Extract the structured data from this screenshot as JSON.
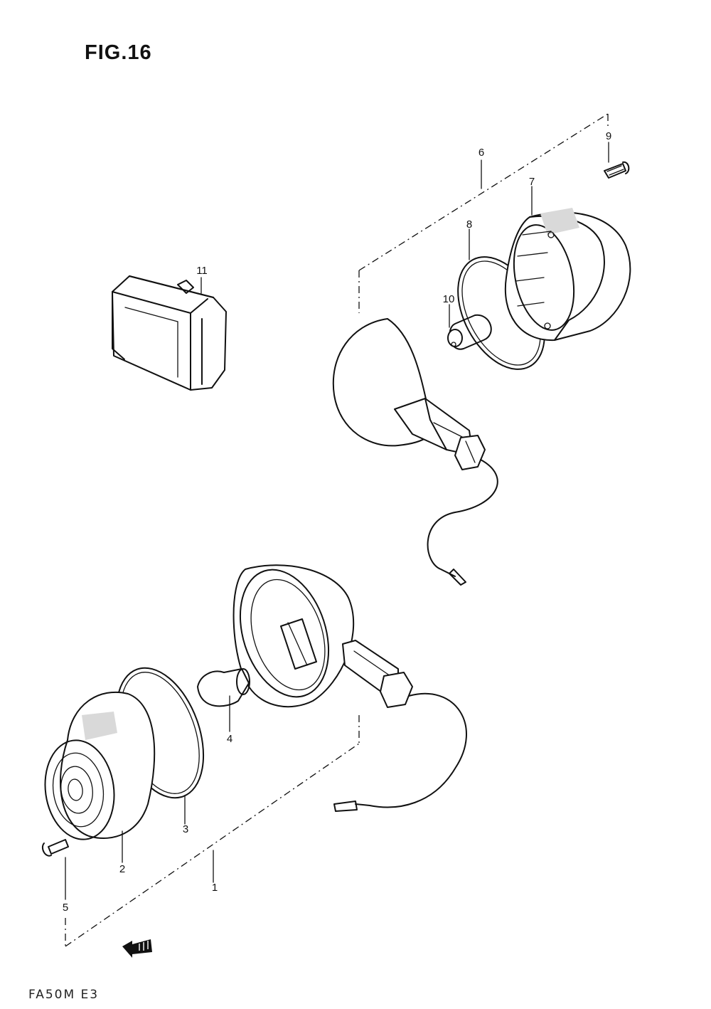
{
  "figure": {
    "title": "FIG.16",
    "footer_code": "FA50M E3"
  },
  "callouts": [
    "1",
    "2",
    "3",
    "4",
    "5",
    "6",
    "7",
    "8",
    "9",
    "10",
    "11"
  ]
}
